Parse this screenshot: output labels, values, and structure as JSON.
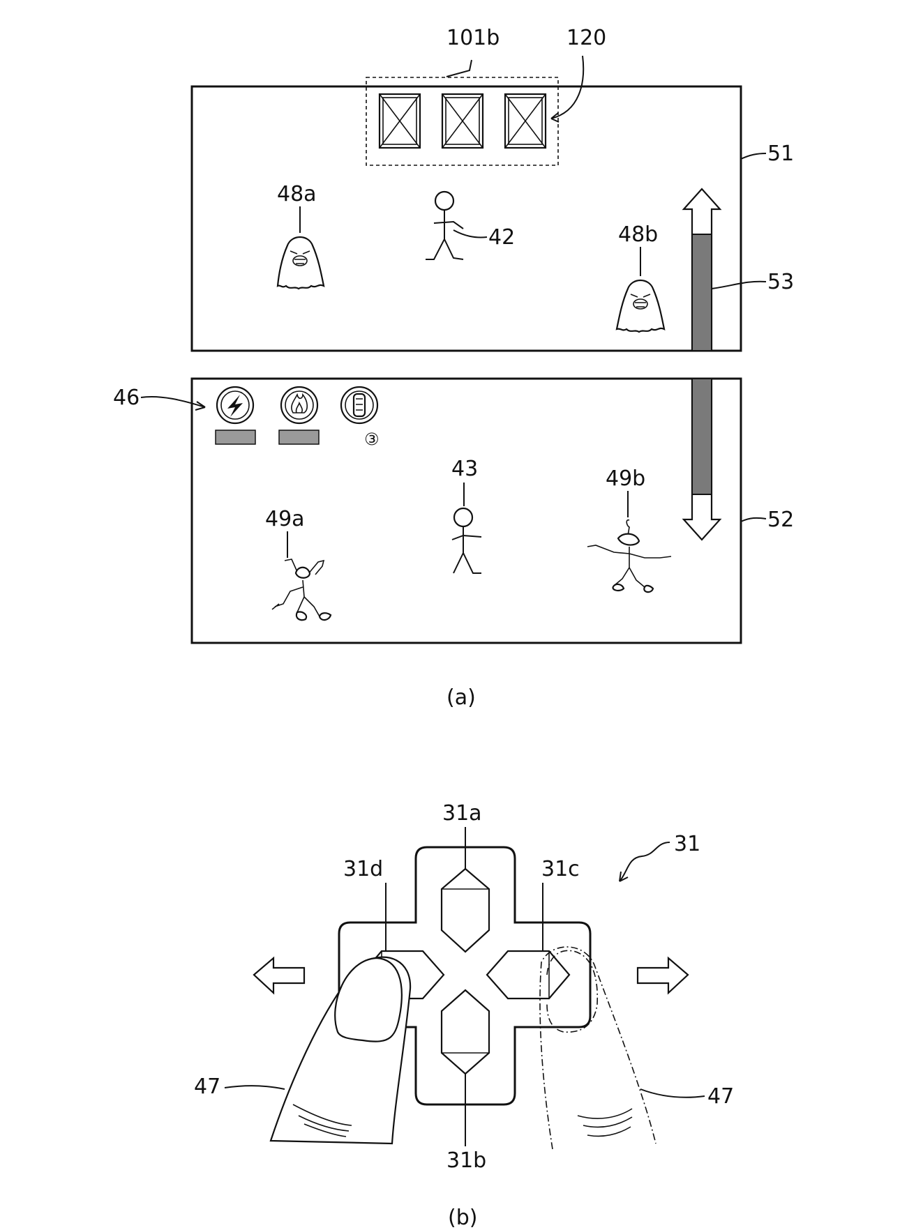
{
  "figure_a": {
    "caption": "(a)",
    "labels": {
      "region_101b": "101b",
      "indicator_120": "120",
      "upper_screen": "51",
      "lower_screen": "52",
      "gauge": "53",
      "enemy_48a": "48a",
      "enemy_48b": "48b",
      "player_42": "42",
      "player_43": "43",
      "enemy_49a": "49a",
      "enemy_49b": "49b",
      "item_icons": "46",
      "item_count": "③"
    }
  },
  "figure_b": {
    "caption": "(b)",
    "labels": {
      "dpad": "31",
      "up_button": "31a",
      "down_button": "31b",
      "right_button": "31c",
      "left_button": "31d",
      "finger_left": "47",
      "finger_right": "47"
    }
  },
  "colors": {
    "ink": "#111111",
    "gauge_fill": "#7a7a7a",
    "item_bar_fill": "#9a9a9a",
    "background": "#ffffff"
  }
}
